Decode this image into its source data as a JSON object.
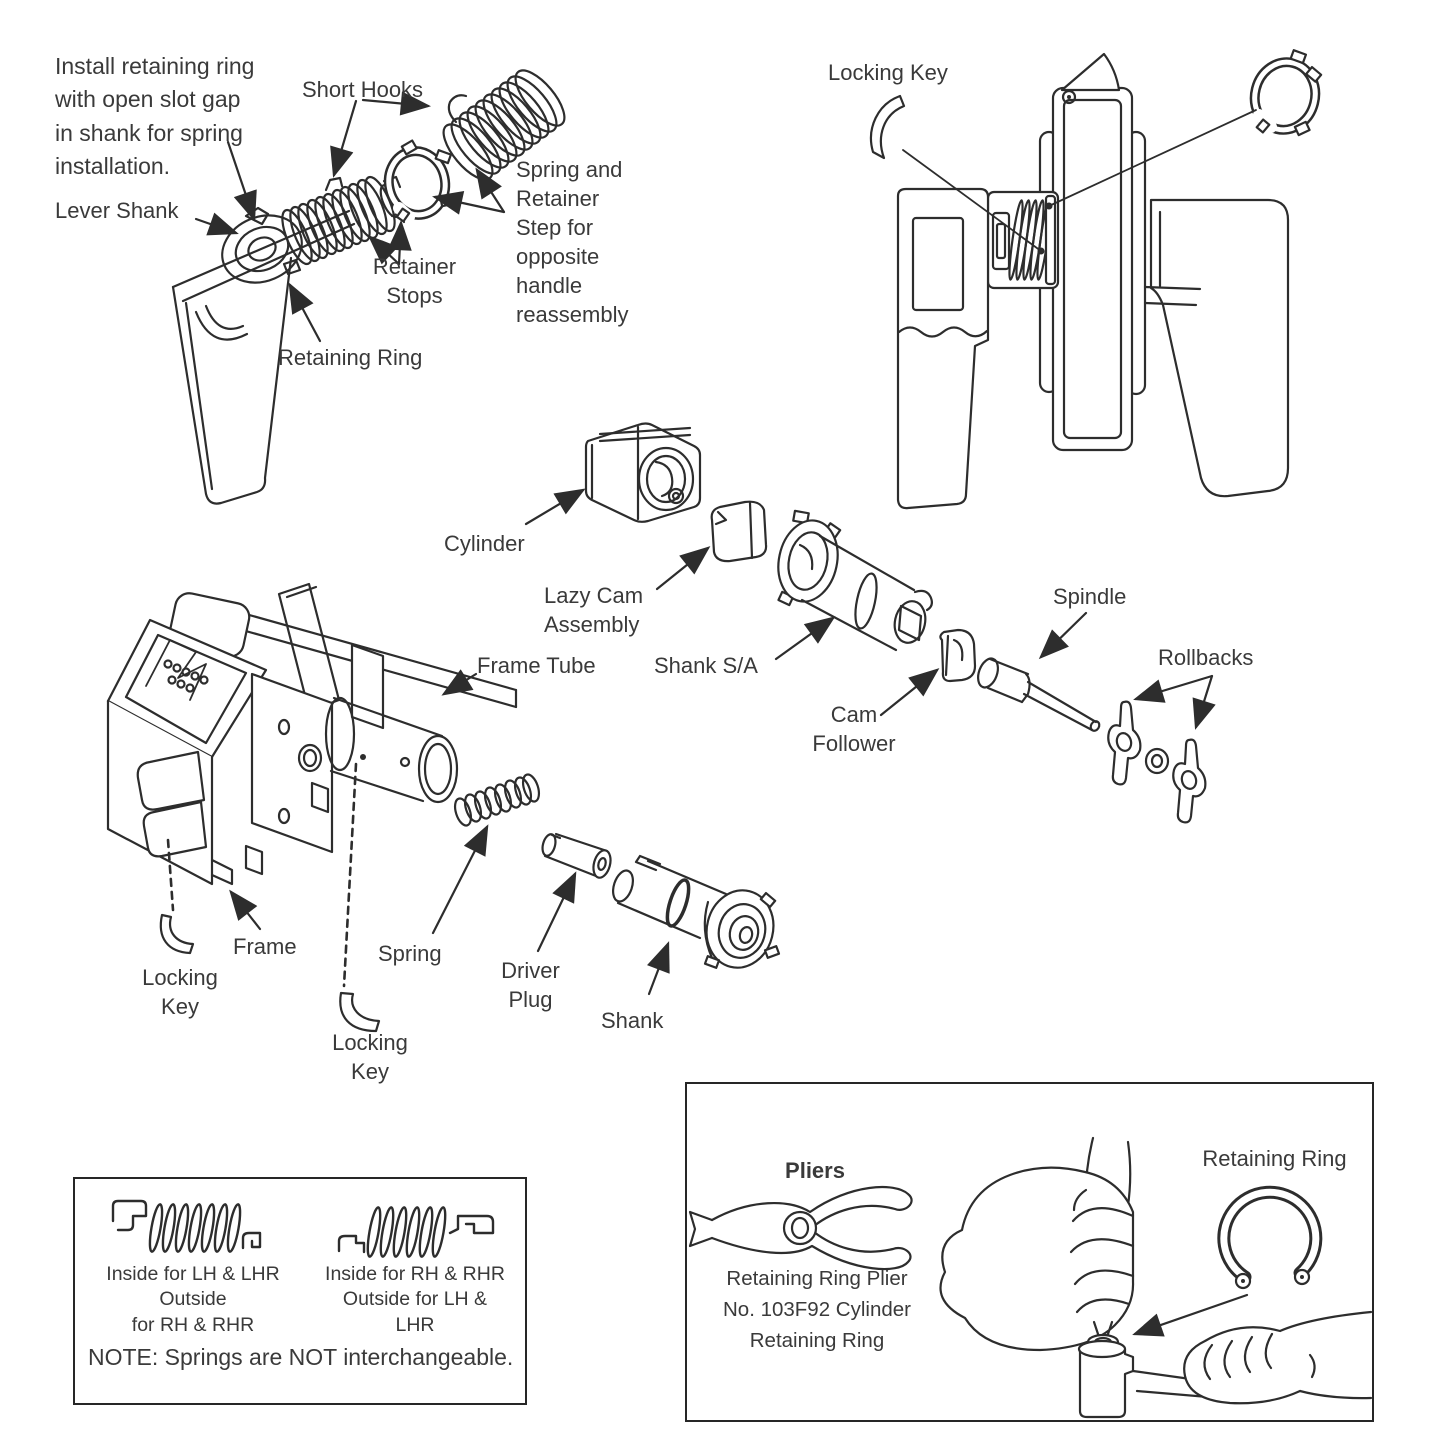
{
  "palette": {
    "ink": "#2d2d2d",
    "text": "#3a3a3a",
    "background": "#ffffff"
  },
  "top_left": {
    "install_note_lines": [
      "Install retaining ring",
      "with open slot gap",
      "in shank for spring",
      "installation."
    ],
    "short_hooks": "Short Hooks",
    "lever_shank": "Lever Shank",
    "retainer_stops_lines": [
      "Retainer",
      "Stops"
    ],
    "retaining_ring": "Retaining Ring",
    "spring_retainer_step_lines": [
      "Spring and",
      "Retainer",
      "Step for",
      "opposite",
      "handle",
      "reassembly"
    ]
  },
  "top_right": {
    "locking_key": "Locking Key"
  },
  "exploded": {
    "cylinder": "Cylinder",
    "lazy_cam_lines": [
      "Lazy Cam",
      "Assembly"
    ],
    "frame_tube": "Frame Tube",
    "shank_sa": "Shank S/A",
    "spindle": "Spindle",
    "rollbacks": "Rollbacks",
    "cam_follower_lines": [
      "Cam",
      "Follower"
    ],
    "frame": "Frame",
    "locking_key_left_lines": [
      "Locking",
      "Key"
    ],
    "spring": "Spring",
    "driver_plug_lines": [
      "Driver",
      "Plug"
    ],
    "shank": "Shank",
    "locking_key_center_lines": [
      "Locking",
      "Key"
    ]
  },
  "spring_box": {
    "left_caption_lines": [
      "Inside for LH & LHR Outside",
      "for RH & RHR"
    ],
    "right_caption_lines": [
      "Inside for RH & RHR",
      "Outside for LH & LHR"
    ],
    "note": "NOTE: Springs are NOT interchangeable."
  },
  "pliers_box": {
    "title": "Pliers",
    "tool_caption_lines": [
      "Retaining Ring Plier",
      "No. 103F92 Cylinder",
      "Retaining Ring"
    ],
    "retaining_ring": "Retaining Ring"
  }
}
